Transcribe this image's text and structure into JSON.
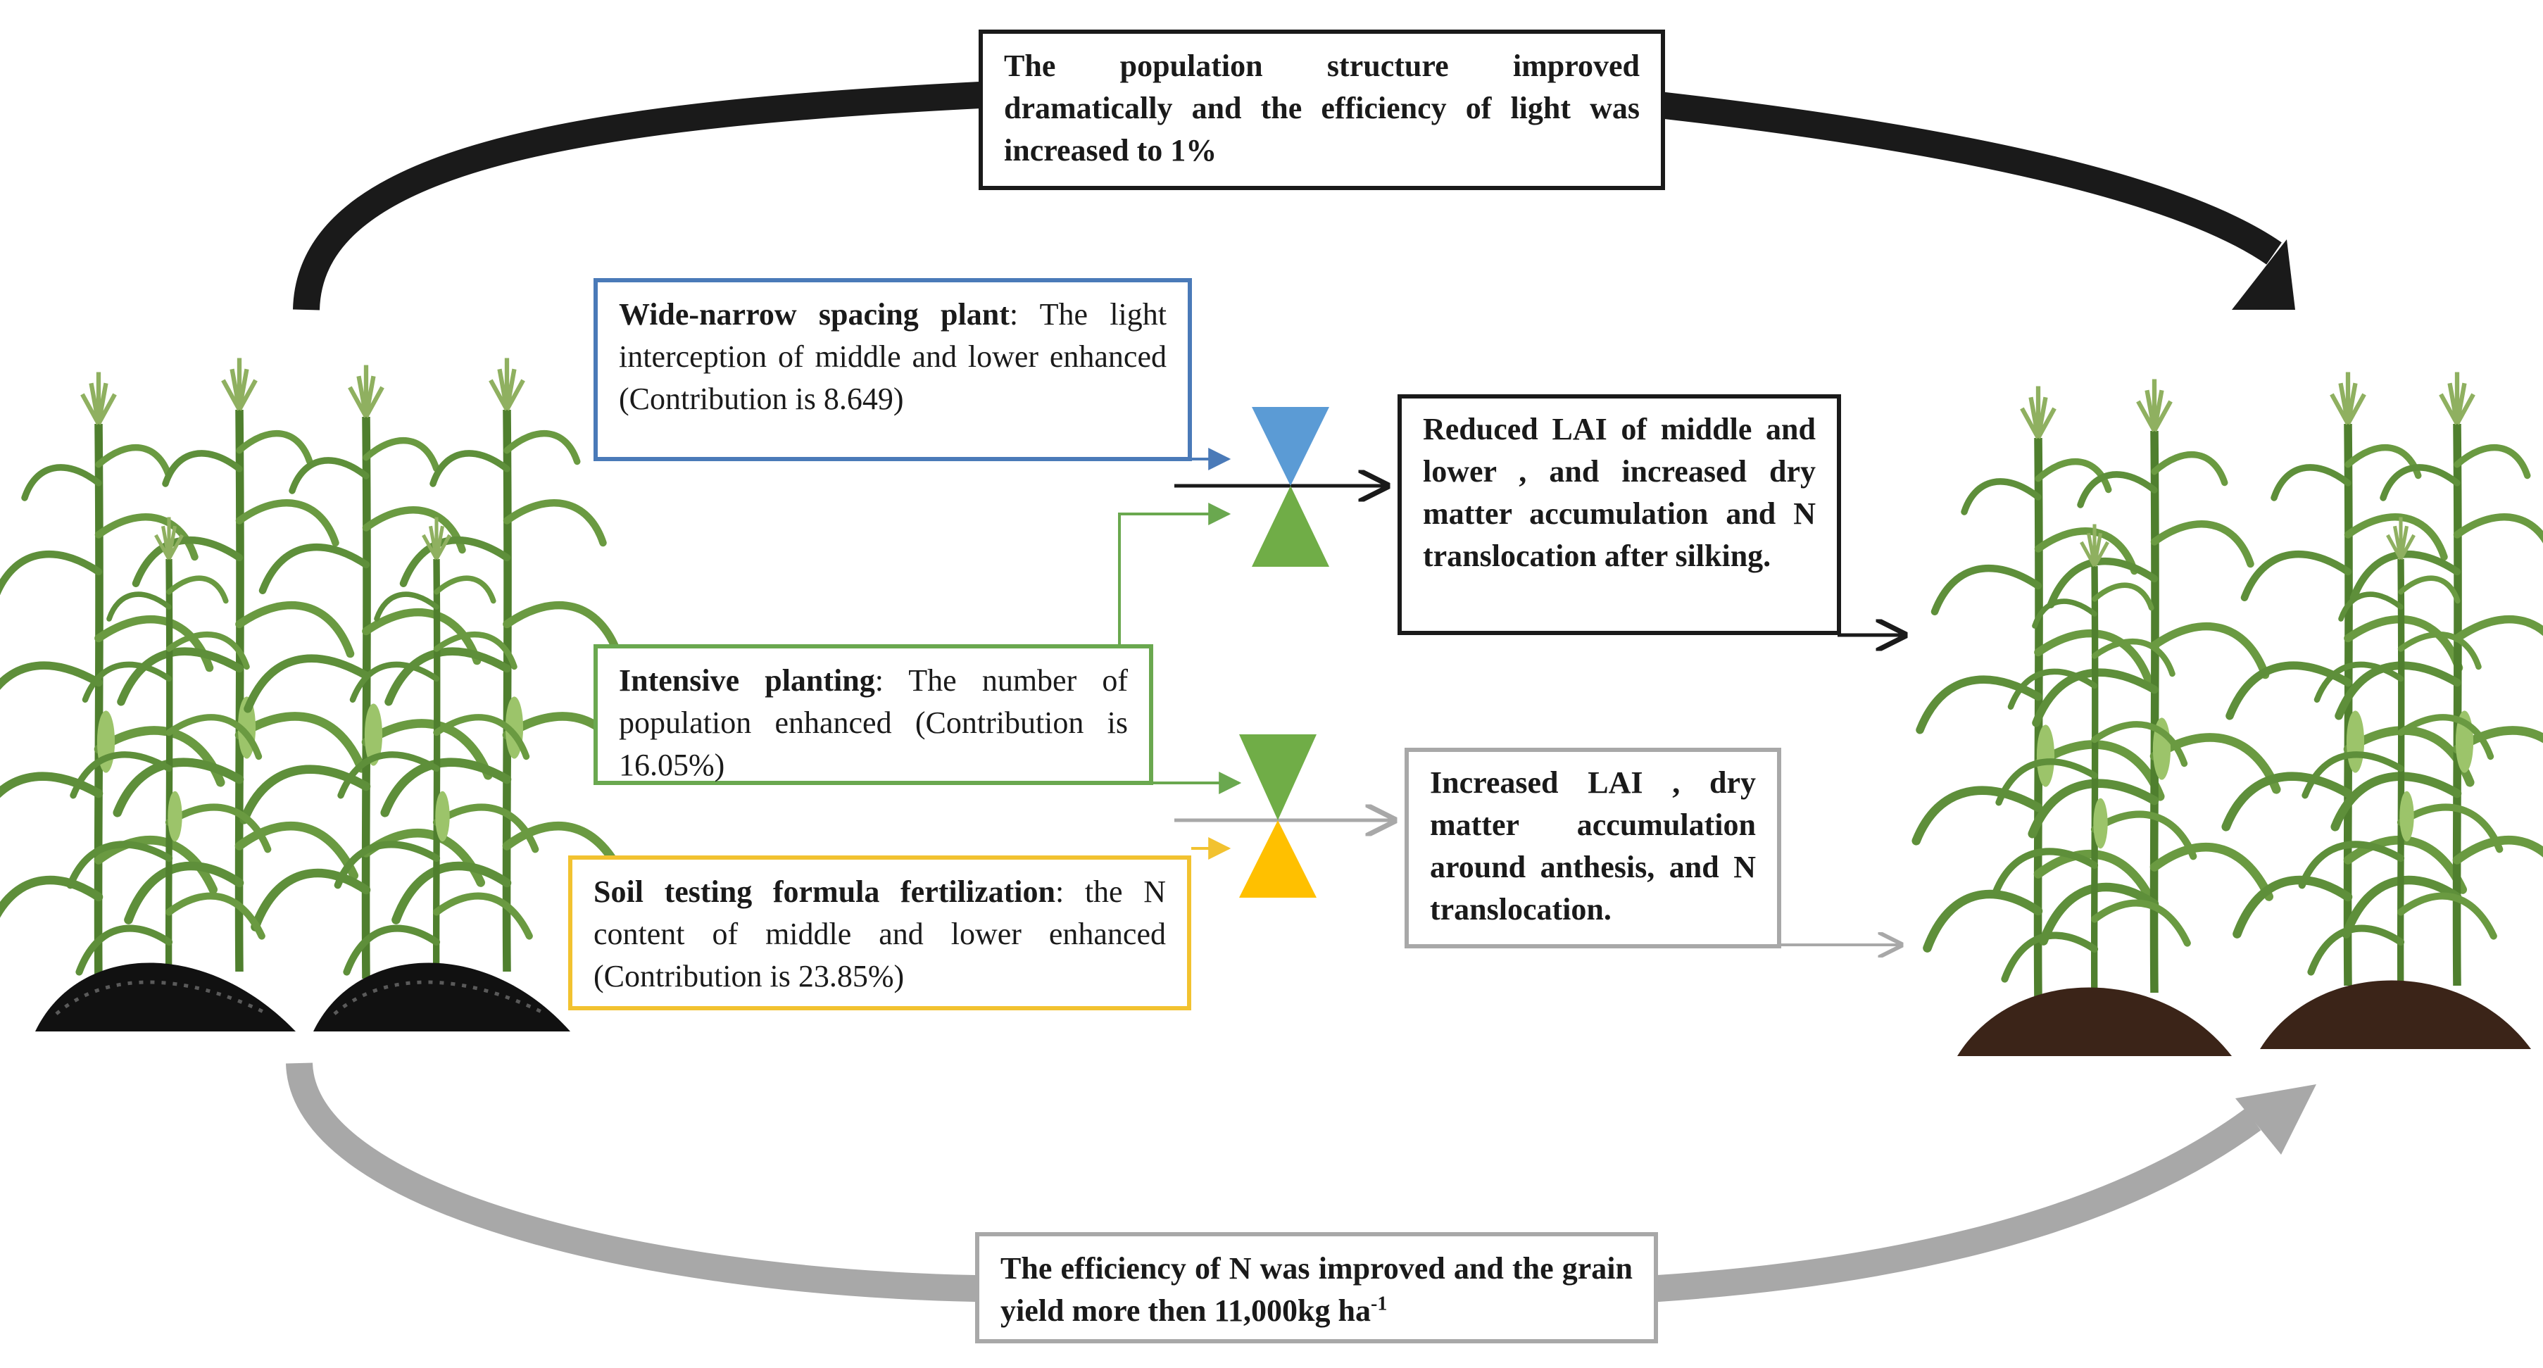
{
  "boxes": {
    "top": {
      "text": "The population structure improved dramatically and the efficiency of  light was increased to 1%"
    },
    "blue": {
      "bold": "Wide-narrow spacing plant",
      "text": ": The light interception of middle and lower enhanced (Contribution is 8.649)"
    },
    "green": {
      "bold": "Intensive planting",
      "text": ": The number of population enhanced (Contribution is 16.05%)"
    },
    "yellow": {
      "bold": "Soil testing formula fertilization",
      "text": ": the N content of middle and lower enhanced (Contribution is 23.85%)"
    },
    "black_result": {
      "text": "Reduced LAI of middle and lower , and increased dry matter accumulation and N translocation after silking."
    },
    "gray_result": {
      "text": "Increased LAI , dry matter accumulation around anthesis, and N translocation."
    },
    "bottom": {
      "text": "The efficiency of  N was improved and the grain yield more then 11,000kg ha",
      "sup": "-1"
    }
  },
  "colors": {
    "blue": "#4a7ab8",
    "green": "#6aa84f",
    "yellow": "#f2c230",
    "black": "#1a1a1a",
    "gray": "#a8a8a8",
    "hourglass_blue": "#5b9bd5",
    "hourglass_green": "#70ad47",
    "hourglass_yellow": "#ffc000",
    "soil_dark": "#111111",
    "soil_brown": "#3b2418",
    "stalk": "#4f7f2e"
  },
  "icons": [
    "corn-plant-icon",
    "soil-heap-icon",
    "hourglass-icon"
  ]
}
